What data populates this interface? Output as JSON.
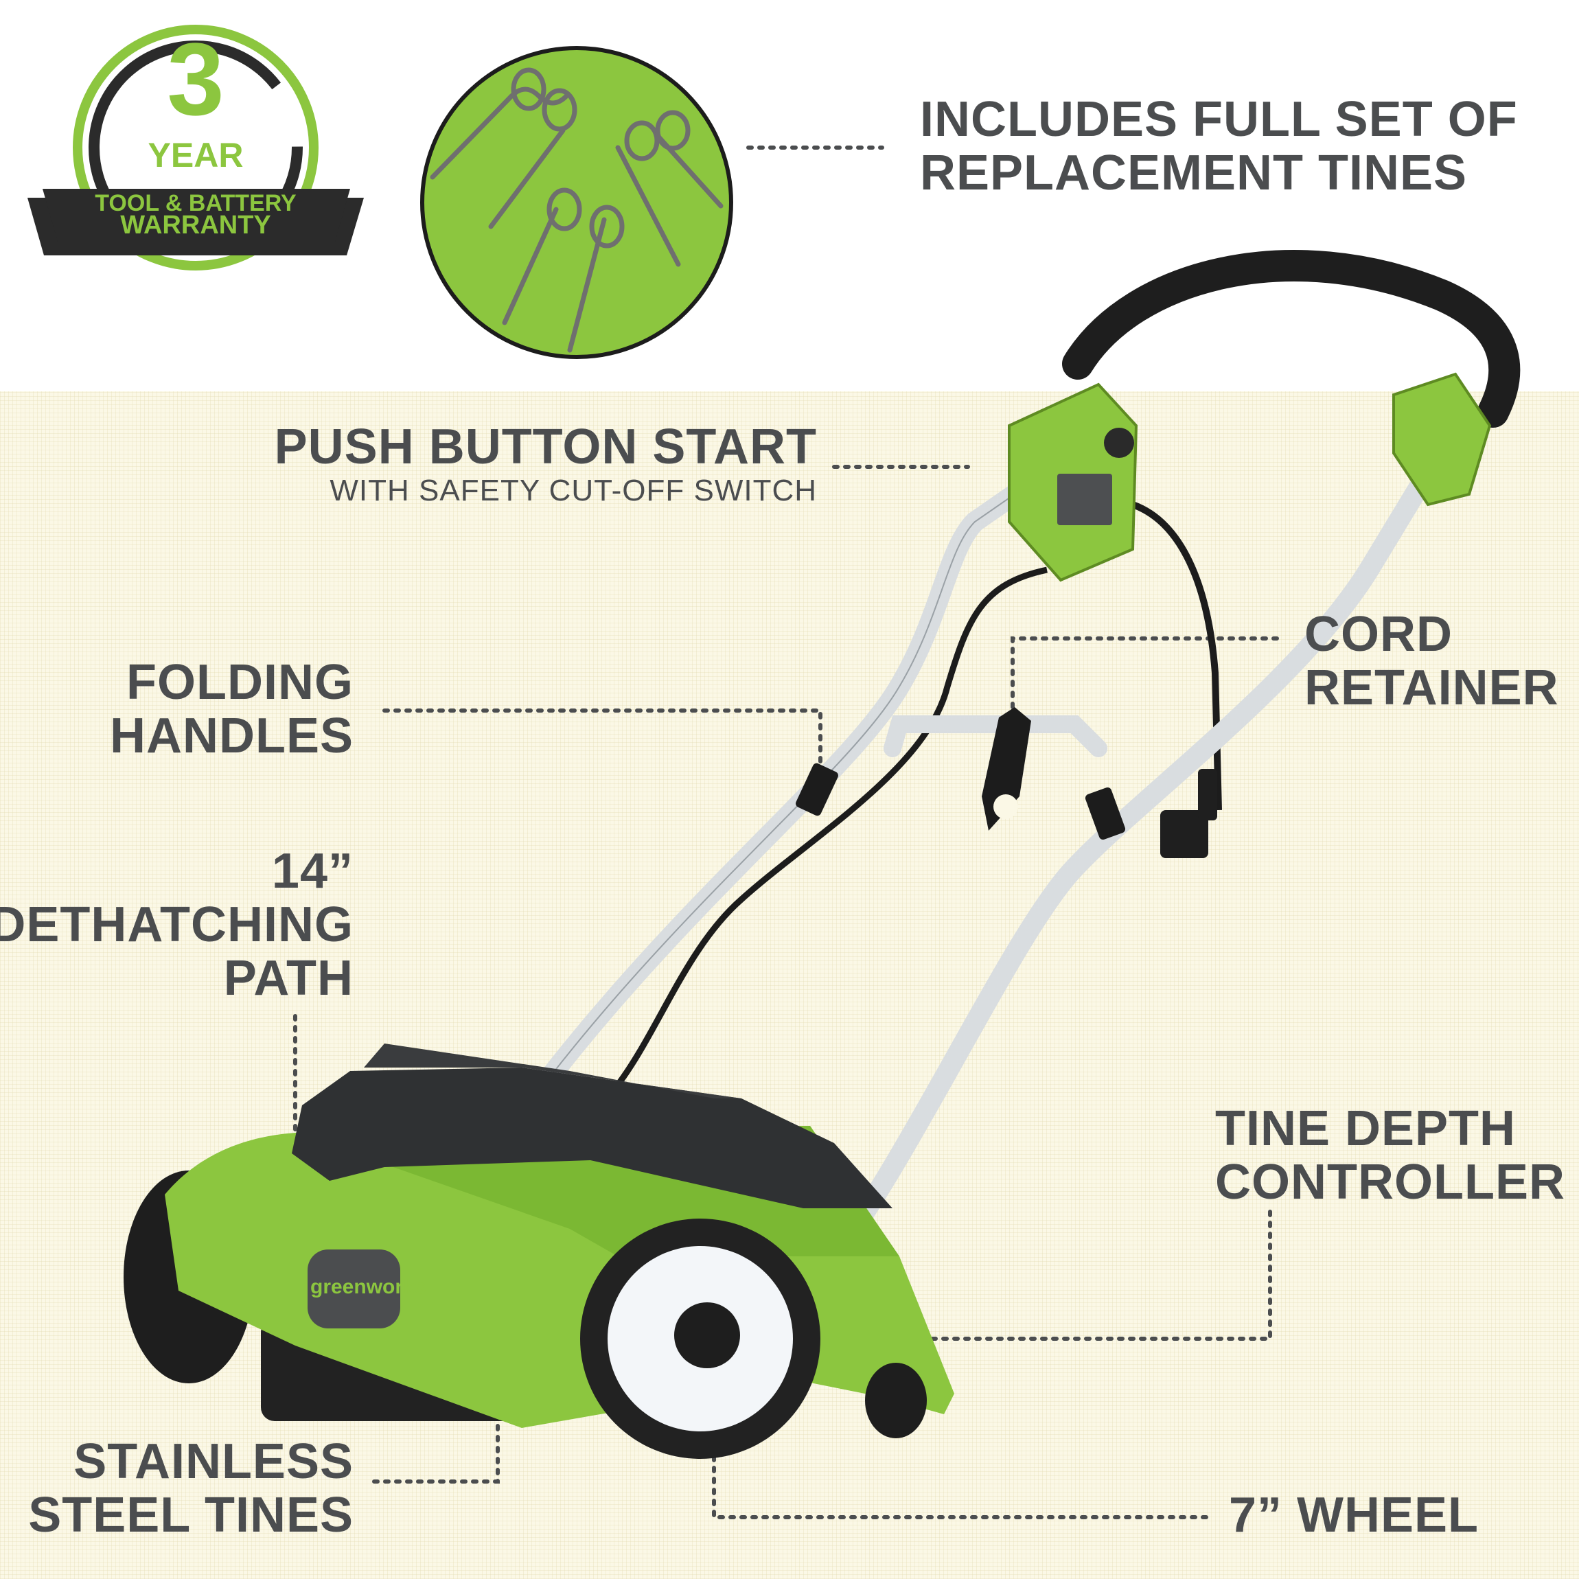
{
  "badge": {
    "number": "3",
    "year": "YEAR",
    "line1": "TOOL & BATTERY",
    "line2": "WARRANTY"
  },
  "callouts": {
    "tines_set": [
      "INCLUDES FULL SET OF",
      "REPLACEMENT TINES"
    ],
    "push_button": {
      "title": "PUSH BUTTON START",
      "subtitle": "WITH SAFETY CUT-OFF SWITCH"
    },
    "cord_retainer": [
      "CORD",
      "RETAINER"
    ],
    "folding_handles": [
      "FOLDING",
      "HANDLES"
    ],
    "path": [
      "14”",
      "DETHATCHING",
      "PATH"
    ],
    "tine_depth": [
      "TINE DEPTH",
      "CONTROLLER"
    ],
    "steel_tines": [
      "STAINLESS",
      "STEEL TINES"
    ],
    "wheel": "7” WHEEL"
  },
  "product": {
    "brand": "greenworks"
  },
  "colors": {
    "accent_green": "#8cc63f",
    "label_gray": "#4b4d4f",
    "body_dark": "#2f3133",
    "cream": "#fbf8e6"
  }
}
